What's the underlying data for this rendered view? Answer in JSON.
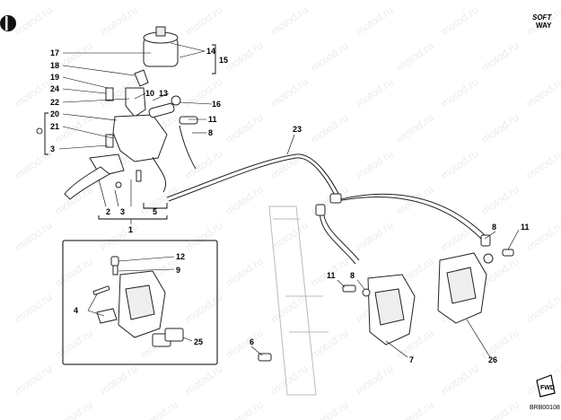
{
  "brand": {
    "line1": "SOFT",
    "line2": "WAY"
  },
  "watermark_text": "motod.ru",
  "drawing_code": "BRB00108",
  "fwd_label": "FWD",
  "callouts": [
    {
      "id": "c17",
      "text": "17"
    },
    {
      "id": "c14",
      "text": "14"
    },
    {
      "id": "c15",
      "text": "15"
    },
    {
      "id": "c18",
      "text": "18"
    },
    {
      "id": "c19",
      "text": "19"
    },
    {
      "id": "c24",
      "text": "24"
    },
    {
      "id": "c10",
      "text": "10"
    },
    {
      "id": "c13",
      "text": "13"
    },
    {
      "id": "c22",
      "text": "22"
    },
    {
      "id": "c16",
      "text": "16"
    },
    {
      "id": "c20",
      "text": "20"
    },
    {
      "id": "c11a",
      "text": "11"
    },
    {
      "id": "c21",
      "text": "21"
    },
    {
      "id": "c8a",
      "text": "8"
    },
    {
      "id": "c3a",
      "text": "3"
    },
    {
      "id": "c23",
      "text": "23"
    },
    {
      "id": "c2",
      "text": "2"
    },
    {
      "id": "c3b",
      "text": "3"
    },
    {
      "id": "c5",
      "text": "5"
    },
    {
      "id": "c1",
      "text": "1"
    },
    {
      "id": "c8b",
      "text": "8"
    },
    {
      "id": "c11b",
      "text": "11"
    },
    {
      "id": "c12",
      "text": "12"
    },
    {
      "id": "c9",
      "text": "9"
    },
    {
      "id": "c4",
      "text": "4"
    },
    {
      "id": "c25",
      "text": "25"
    },
    {
      "id": "c11c",
      "text": "11"
    },
    {
      "id": "c8c",
      "text": "8"
    },
    {
      "id": "c6",
      "text": "6"
    },
    {
      "id": "c7",
      "text": "7"
    },
    {
      "id": "c26",
      "text": "26"
    }
  ]
}
